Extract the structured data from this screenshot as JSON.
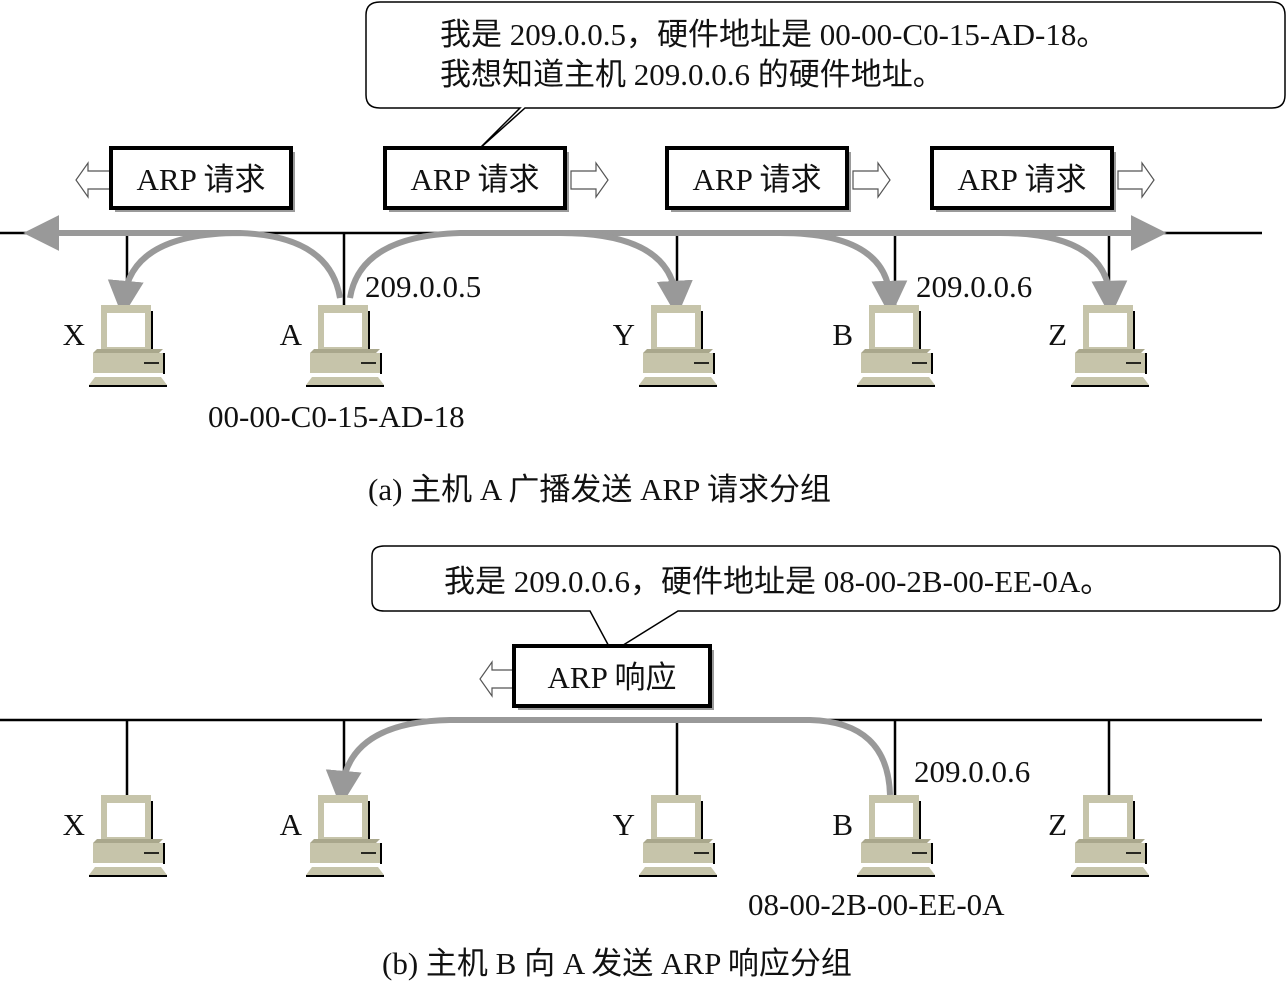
{
  "colors": {
    "line": "#000000",
    "arrow": "#999999",
    "computer_body": "#c6c4aa",
    "computer_shade": "#a9a78c",
    "screen": "#ffffff",
    "box_shadow": "#9a9a9a"
  },
  "panel_a": {
    "bubble_lines": [
      "我是 209.0.0.5，硬件地址是 00-00-C0-15-AD-18。",
      "我想知道主机 209.0.0.6 的硬件地址。"
    ],
    "packets": [
      {
        "label": "ARP 请求",
        "direction": "left"
      },
      {
        "label": "ARP 请求",
        "direction": "right"
      },
      {
        "label": "ARP 请求",
        "direction": "right"
      },
      {
        "label": "ARP 请求",
        "direction": "right"
      }
    ],
    "hosts": [
      {
        "name": "X"
      },
      {
        "name": "A",
        "ip": "209.0.0.5",
        "mac": "00-00-C0-15-AD-18",
        "sender": true
      },
      {
        "name": "Y"
      },
      {
        "name": "B",
        "ip": "209.0.0.6"
      },
      {
        "name": "Z"
      }
    ],
    "caption": "(a) 主机 A 广播发送 ARP 请求分组"
  },
  "panel_b": {
    "bubble_lines": [
      "我是 209.0.0.6，硬件地址是 08-00-2B-00-EE-0A。"
    ],
    "packets": [
      {
        "label": "ARP 响应",
        "direction": "left"
      }
    ],
    "hosts": [
      {
        "name": "X"
      },
      {
        "name": "A",
        "receiver": true
      },
      {
        "name": "Y"
      },
      {
        "name": "B",
        "ip": "209.0.0.6",
        "mac": "08-00-2B-00-EE-0A",
        "sender": true
      },
      {
        "name": "Z"
      }
    ],
    "caption": "(b) 主机 B 向 A 发送 ARP 响应分组"
  }
}
